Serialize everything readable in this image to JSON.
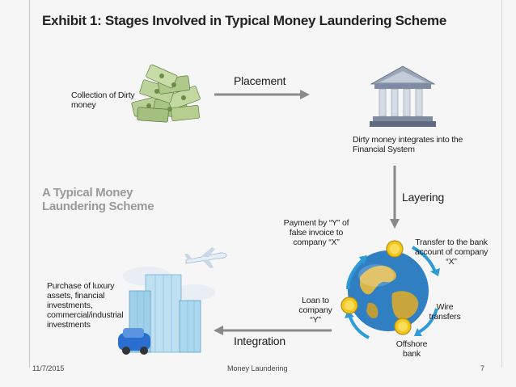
{
  "title": "Exhibit 1: Stages Involved in Typical Money Laundering Scheme",
  "scheme_label": "A Typical Money Laundering Scheme",
  "nodes": {
    "collection": "Collection of Dirty money",
    "integrates": "Dirty money integrates into the Financial System",
    "purchase": "Purchase of luxury assets, financial investments, commercial/industrial investments"
  },
  "stages": {
    "placement": "Placement",
    "layering": "Layering",
    "integration": "Integration"
  },
  "cycle": {
    "payment": "Payment by “Y” of false invoice to company “X”",
    "transfer": "Transfer to the bank account of company “X”",
    "loan": "Loan to company “Y”",
    "wire": "Wire transfers",
    "offshore": "Offshore bank"
  },
  "footer": {
    "date": "11/7/2015",
    "topic": "Money Laundering",
    "page": "7"
  },
  "colors": {
    "arrow": "#8a8a8a",
    "cycle_arrow": "#2e9ad6",
    "scheme_text": "#9a9a9a"
  }
}
